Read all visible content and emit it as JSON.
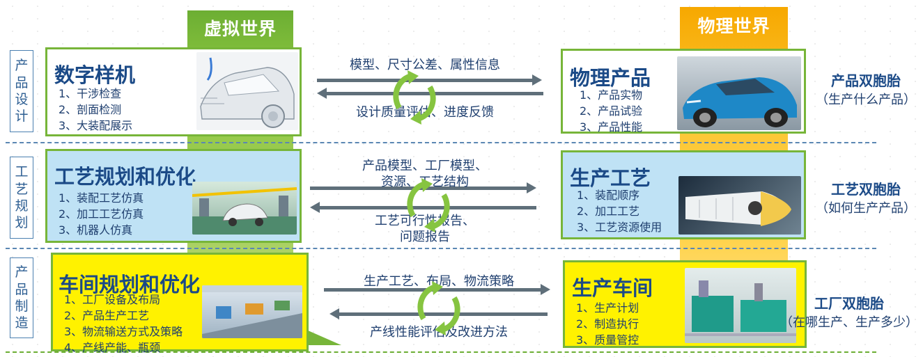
{
  "columns": {
    "virtual_title": "虚拟世界",
    "physical_title": "物理世界"
  },
  "stages": [
    {
      "label": [
        "产",
        "品",
        "设",
        "计"
      ]
    },
    {
      "label": [
        "工",
        "艺",
        "规",
        "划"
      ]
    },
    {
      "label": [
        "产",
        "品",
        "制",
        "造"
      ]
    }
  ],
  "rows": [
    {
      "virtual": {
        "title": "数字样机",
        "items": [
          "1、干涉检查",
          "2、剖面检测",
          "3、大装配展示"
        ]
      },
      "flow_top": [
        "模型、尺寸公差、属性信息"
      ],
      "flow_bottom": [
        "设计质量评估、进度反馈"
      ],
      "physical": {
        "title": "物理产品",
        "items": [
          "1、产品实物",
          "2、产品试验",
          "3、产品性能"
        ]
      },
      "twin": {
        "title": "产品双胞胎",
        "subtitle": "（生产什么产品）"
      }
    },
    {
      "virtual": {
        "title": "工艺规划和优化",
        "items": [
          "1、装配工艺仿真",
          "2、加工工艺仿真",
          "3、机器人仿真"
        ]
      },
      "flow_top": [
        "产品模型、工厂模型、",
        "资源、工艺结构"
      ],
      "flow_bottom": [
        "工艺可行性报告、",
        "问题报告"
      ],
      "physical": {
        "title": "生产工艺",
        "items": [
          "1、装配顺序",
          "2、加工工艺",
          "3、工艺资源使用"
        ]
      },
      "twin": {
        "title": "工艺双胞胎",
        "subtitle": "（如何生产产品）"
      }
    },
    {
      "virtual": {
        "title": "车间规划和优化",
        "items": [
          "1、工厂设备及布局",
          "2、产品生产工艺",
          "3、物流输送方式及策略",
          "4、产线产能、瓶颈"
        ]
      },
      "flow_top": [
        "生产工艺、布局、物流策略"
      ],
      "flow_bottom": [
        "产线性能评估及改进方法"
      ],
      "physical": {
        "title": "生产车间",
        "items": [
          "1、生产计划",
          "2、制造执行",
          "3、质量管控"
        ]
      },
      "twin": {
        "title": "工厂双胞胎",
        "subtitle": "（在哪生产、生产多少）"
      }
    }
  ],
  "icons": {
    "cycle": "green-cycle-arrows-icon",
    "arrow": "gray-arrow",
    "images": [
      "car-wireframe-image",
      "blue-car-image",
      "assembly-line-image",
      "aircraft-engine-image",
      "factory-layout-image",
      "industrial-machinery-image"
    ]
  },
  "colors": {
    "green": "#77b539",
    "orange": "#fbb900",
    "blue_box": "#bfe2f5",
    "yellow_box": "#fff200",
    "text": "#1f3f6f"
  }
}
